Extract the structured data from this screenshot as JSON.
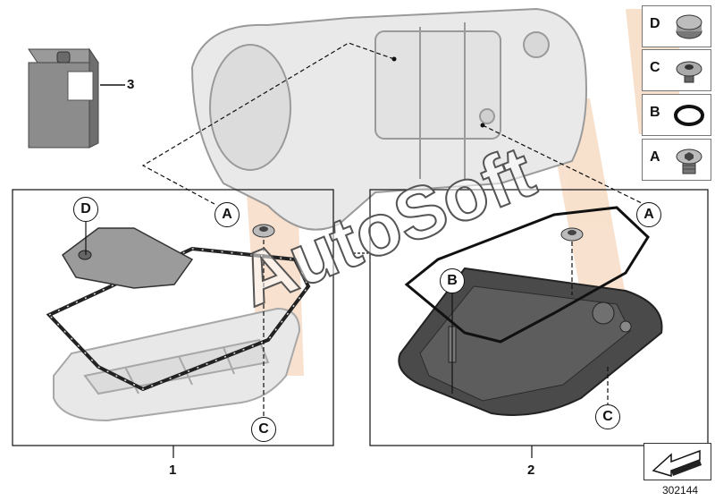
{
  "callouts": {
    "top_left_A": "A",
    "top_right_A": "A",
    "kit1_D": "D",
    "kit1_C": "C",
    "kit2_B": "B",
    "kit2_C": "C"
  },
  "item_numbers": {
    "fluid_can": "3",
    "kit1": "1",
    "kit2": "2"
  },
  "legend": [
    {
      "letter": "D",
      "icon": "filter-plug-icon"
    },
    {
      "letter": "C",
      "icon": "drain-plug-icon"
    },
    {
      "letter": "B",
      "icon": "o-ring-icon"
    },
    {
      "letter": "A",
      "icon": "screw-plug-icon"
    }
  ],
  "reference_number": "302144",
  "watermark": "AutoSoft",
  "colors": {
    "stroke": "#111111",
    "watermark_tint": "#f2c9a6",
    "part_gray": "#9a9a9a"
  }
}
